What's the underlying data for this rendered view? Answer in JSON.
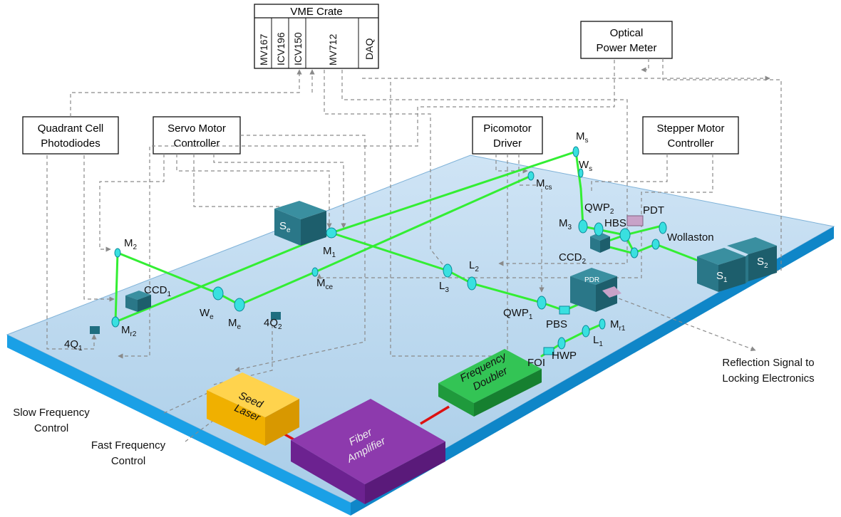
{
  "vme_crate": {
    "title": "VME Crate",
    "slots": [
      "MV167",
      "ICV196",
      "ICV150",
      "MV712",
      "DAQ"
    ]
  },
  "controllers": {
    "quadrant": [
      "Quadrant Cell",
      "Photodiodes"
    ],
    "servo": [
      "Servo Motor",
      "Controller"
    ],
    "picomotor": [
      "Picomotor",
      "Driver"
    ],
    "stepper": [
      "Stepper Motor",
      "Controller"
    ],
    "power_meter": [
      "Optical",
      "Power Meter"
    ]
  },
  "components": {
    "Ms": {
      "main": "M",
      "sub": "s"
    },
    "Ws": {
      "main": "W",
      "sub": "s"
    },
    "Mcs": {
      "main": "M",
      "sub": "cs"
    },
    "QWP2": {
      "main": "QWP",
      "sub": "2"
    },
    "PDT": {
      "main": "PDT",
      "sub": ""
    },
    "M3": {
      "main": "M",
      "sub": "3"
    },
    "HBS": {
      "main": "HBS",
      "sub": ""
    },
    "Wollaston": {
      "main": "Wollaston",
      "sub": ""
    },
    "CCD2": {
      "main": "CCD",
      "sub": "2"
    },
    "Se": {
      "main": "S",
      "sub": "e"
    },
    "M1": {
      "main": "M",
      "sub": "1"
    },
    "M2": {
      "main": "M",
      "sub": "2"
    },
    "CCD1": {
      "main": "CCD",
      "sub": "1"
    },
    "L2": {
      "main": "L",
      "sub": "2"
    },
    "L3": {
      "main": "L",
      "sub": "3"
    },
    "Mce": {
      "main": "M",
      "sub": "ce"
    },
    "We": {
      "main": "W",
      "sub": "e"
    },
    "Me": {
      "main": "M",
      "sub": "e"
    },
    "4Q2": {
      "main": "4Q",
      "sub": "2"
    },
    "4Q1": {
      "main": "4Q",
      "sub": "1"
    },
    "Mr2": {
      "main": "M",
      "sub": "r2"
    },
    "QWP1": {
      "main": "QWP",
      "sub": "1"
    },
    "PBS": {
      "main": "PBS",
      "sub": ""
    },
    "Mr1": {
      "main": "M",
      "sub": "r1"
    },
    "L1": {
      "main": "L",
      "sub": "1"
    },
    "HWP": {
      "main": "HWP",
      "sub": ""
    },
    "FOI": {
      "main": "FOI",
      "sub": ""
    },
    "S1": {
      "main": "S",
      "sub": "1"
    },
    "S2": {
      "main": "S",
      "sub": "2"
    },
    "PDR": {
      "main": "PDR",
      "sub": ""
    }
  },
  "devices": {
    "seed_laser": [
      "Seed",
      "Laser"
    ],
    "fiber_amplifier": [
      "Fiber",
      "Amplifier"
    ],
    "frequency_doubler": [
      "Frequency",
      "Doubler"
    ]
  },
  "annotations": {
    "reflection": [
      "Reflection Signal to",
      "Locking Electronics"
    ],
    "slow": [
      "Slow Frequency",
      "Control"
    ],
    "fast": [
      "Fast Frequency",
      "Control"
    ]
  },
  "colors": {
    "table_top": "#b9d7ee",
    "table_edge": "#1aa0e6",
    "beam_green": "#33ee33",
    "beam_red": "#dd1111",
    "seed_laser": "#f5b800",
    "fiber_amplifier": "#7a2a9a",
    "frequency_doubler": "#22b24a",
    "cube": "#1f6e80",
    "optic": "#39e0e0"
  }
}
